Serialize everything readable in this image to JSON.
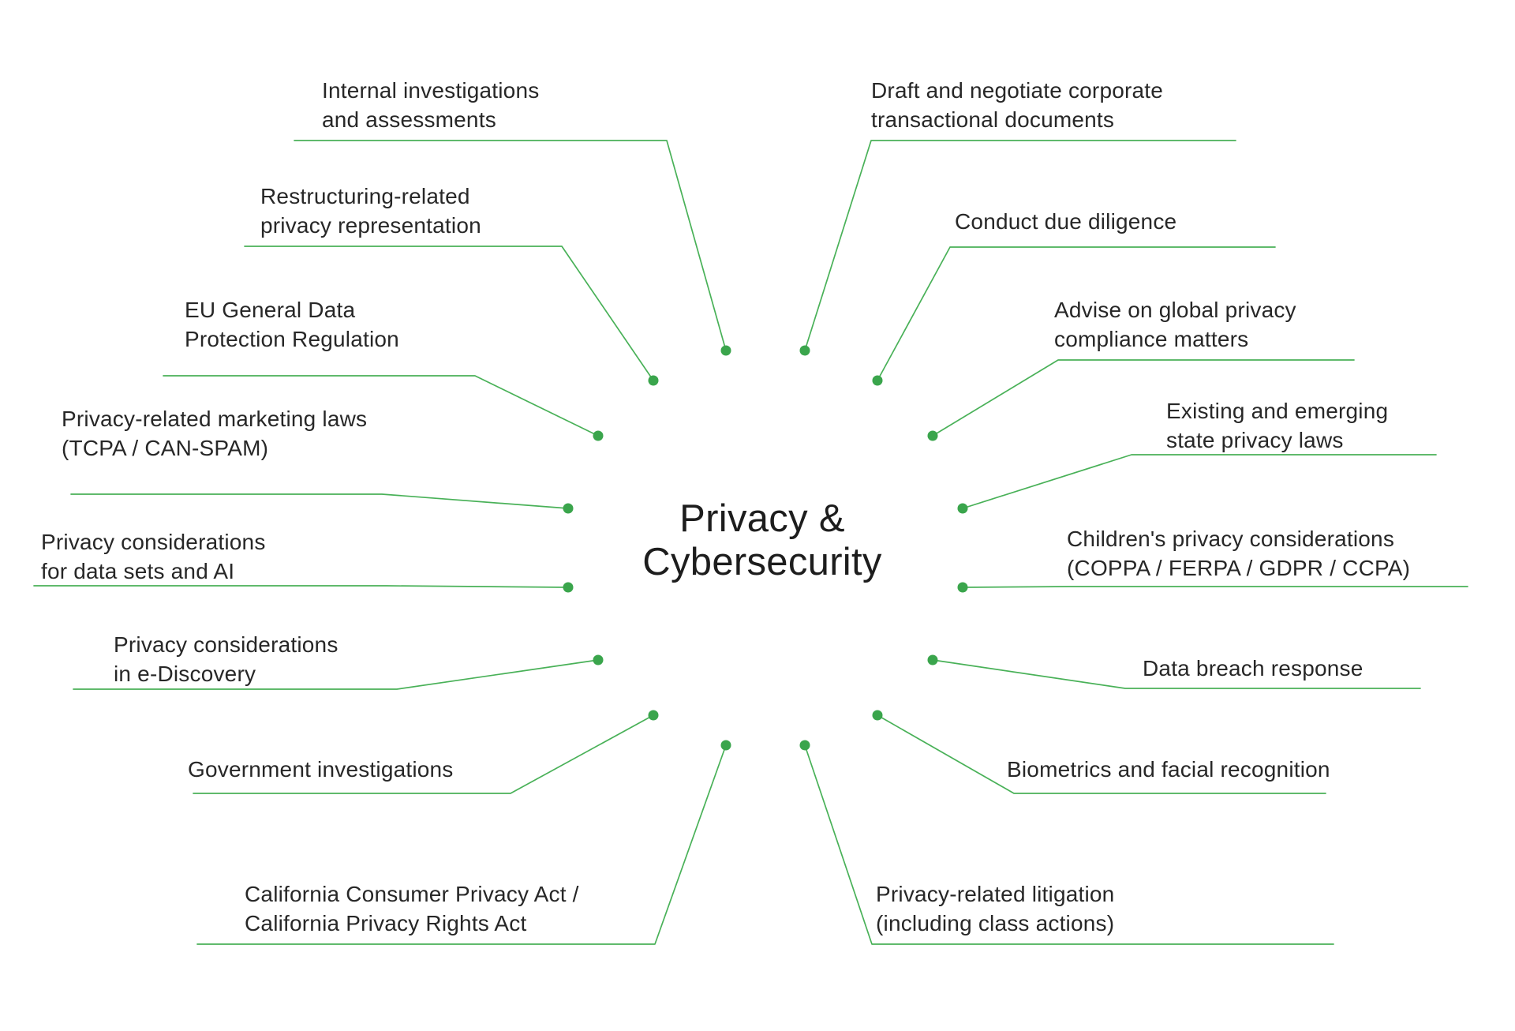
{
  "title": {
    "line1": "Privacy &",
    "line2": "Cybersecurity"
  },
  "colors": {
    "dot_green": "#3aa54c",
    "line_green": "#49b158",
    "text_dark": "#272727"
  },
  "topics": [
    {
      "id": "internal-investigations",
      "line1": "Internal investigations",
      "line2": "and assessments"
    },
    {
      "id": "draft-transactional-documents",
      "line1": "Draft and negotiate corporate",
      "line2": "transactional documents"
    },
    {
      "id": "restructuring-privacy",
      "line1": "Restructuring-related",
      "line2": "privacy representation"
    },
    {
      "id": "conduct-due-diligence",
      "line1": "Conduct due diligence",
      "line2": ""
    },
    {
      "id": "eu-gdpr",
      "line1": "EU General Data",
      "line2": "Protection Regulation"
    },
    {
      "id": "advise-global-privacy",
      "line1": "Advise on global privacy",
      "line2": "compliance matters"
    },
    {
      "id": "privacy-marketing-laws",
      "line1": "Privacy-related marketing laws",
      "line2": "(TCPA / CAN-SPAM)"
    },
    {
      "id": "state-privacy-laws",
      "line1": "Existing and emerging",
      "line2": "state privacy laws"
    },
    {
      "id": "data-sets-and-ai",
      "line1": "Privacy considerations",
      "line2": "for data sets and AI"
    },
    {
      "id": "childrens-privacy",
      "line1": "Children's privacy considerations",
      "line2": "(COPPA / FERPA / GDPR / CCPA)"
    },
    {
      "id": "e-discovery",
      "line1": "Privacy considerations",
      "line2": "in e-Discovery"
    },
    {
      "id": "data-breach-response",
      "line1": "Data breach response",
      "line2": ""
    },
    {
      "id": "government-investigations",
      "line1": "Government investigations",
      "line2": ""
    },
    {
      "id": "biometrics-facial-recognition",
      "line1": "Biometrics and facial recognition",
      "line2": ""
    },
    {
      "id": "ccpa-cpra",
      "line1": "California Consumer Privacy Act /",
      "line2": "California Privacy Rights Act"
    },
    {
      "id": "privacy-litigation",
      "line1": "Privacy-related litigation",
      "line2": "(including class actions)"
    }
  ]
}
